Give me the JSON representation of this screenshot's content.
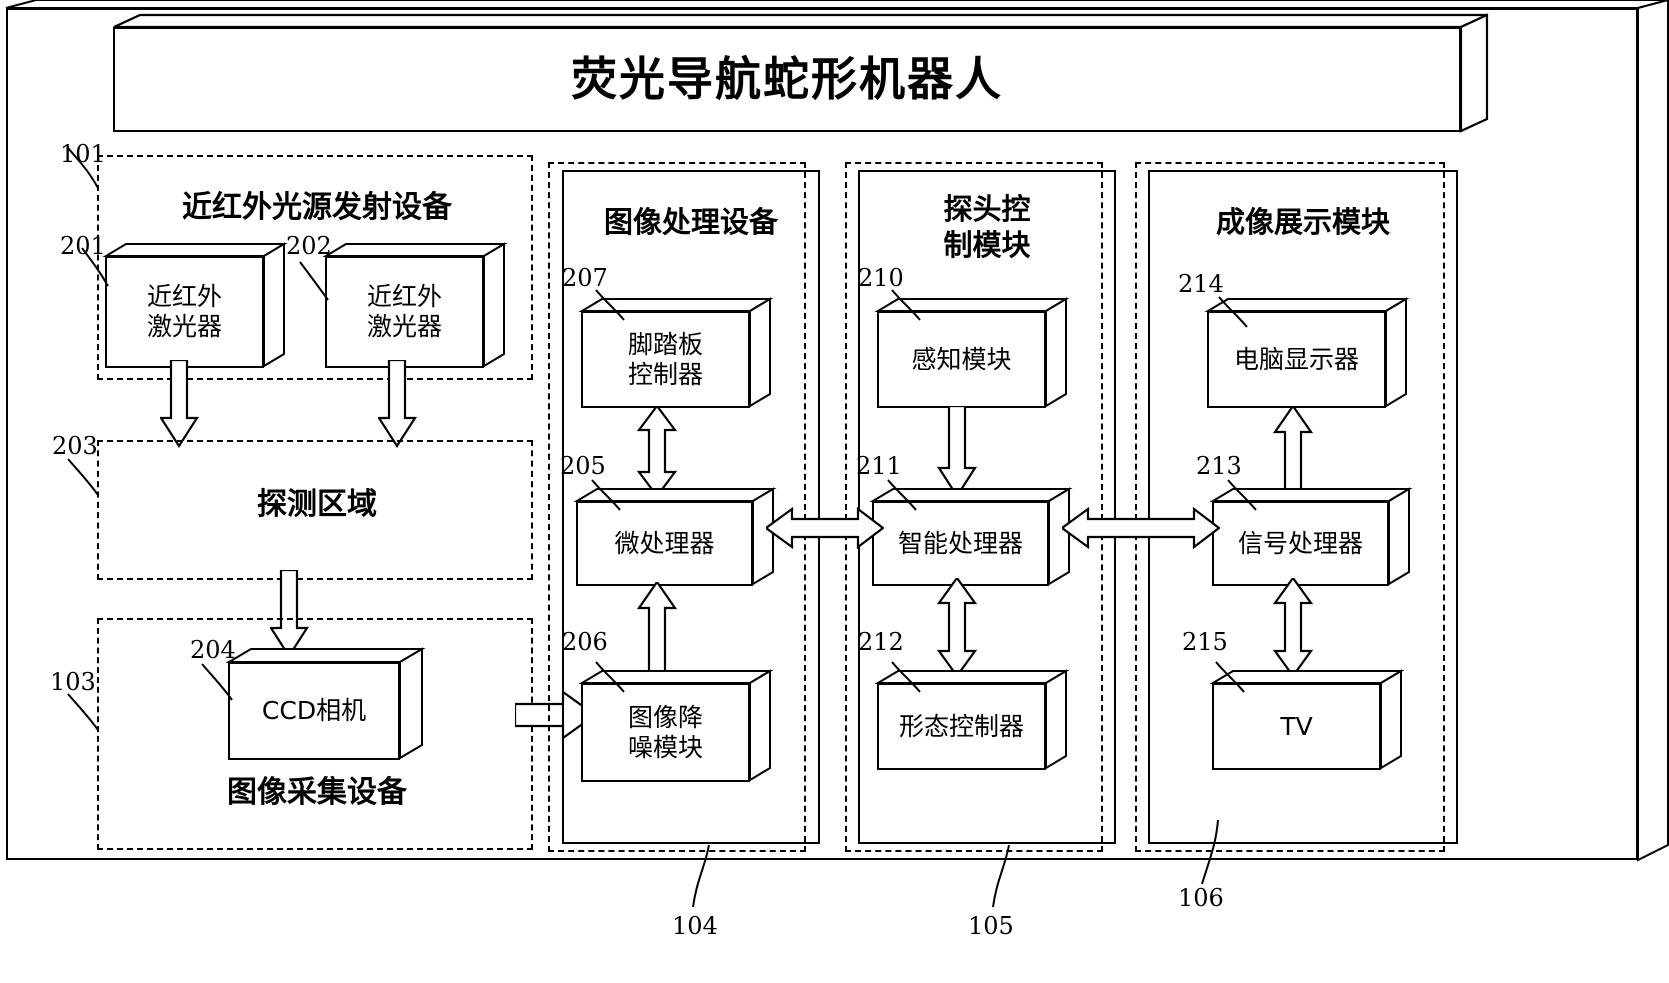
{
  "diagram": {
    "title": "荧光导航蛇形机器人",
    "title_ref": "",
    "groups": {
      "g101": {
        "ref": "101",
        "label": "近红外光源发射设备"
      },
      "g203": {
        "ref": "203",
        "label": "探测区域"
      },
      "g103": {
        "ref": "103",
        "label": "图像采集设备"
      },
      "g104": {
        "ref": "104",
        "label": "图像处理设备"
      },
      "g105": {
        "ref": "105",
        "label": "探头控\n制模块",
        "label_line1": "探头控",
        "label_line2": "制模块"
      },
      "g106": {
        "ref": "106",
        "label": "成像展示模块"
      }
    },
    "blocks": {
      "b201": {
        "ref": "201",
        "line1": "近红外",
        "line2": "激光器"
      },
      "b202": {
        "ref": "202",
        "line1": "近红外",
        "line2": "激光器"
      },
      "b204": {
        "ref": "204",
        "line1": "CCD相机",
        "line2": ""
      },
      "b207": {
        "ref": "207",
        "line1": "脚踏板",
        "line2": "控制器"
      },
      "b205": {
        "ref": "205",
        "line1": "微处理器",
        "line2": ""
      },
      "b206": {
        "ref": "206",
        "line1": "图像降",
        "line2": "噪模块"
      },
      "b210": {
        "ref": "210",
        "line1": "感知模块",
        "line2": ""
      },
      "b211": {
        "ref": "211",
        "line1": "智能处理器",
        "line2": ""
      },
      "b212": {
        "ref": "212",
        "line1": "形态控制器",
        "line2": ""
      },
      "b214": {
        "ref": "214",
        "line1": "电脑显示器",
        "line2": ""
      },
      "b213": {
        "ref": "213",
        "line1": "信号处理器",
        "line2": ""
      },
      "b215": {
        "ref": "215",
        "line1": "TV",
        "line2": ""
      }
    },
    "colors": {
      "line": "#000000",
      "fill": "#ffffff",
      "background": "#ffffff"
    }
  }
}
